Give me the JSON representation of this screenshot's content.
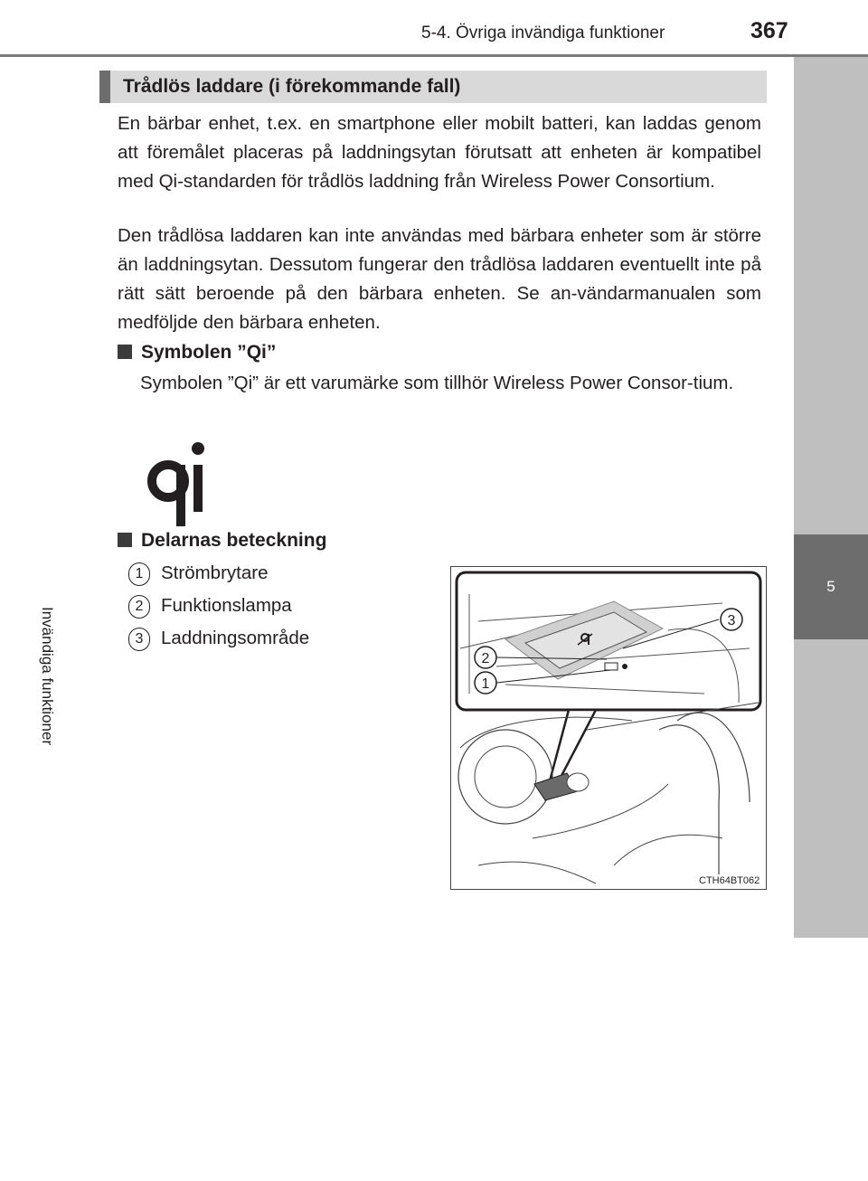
{
  "header": {
    "section_title": "5-4. Övriga invändiga funktioner",
    "page_number": "367"
  },
  "side_tab": {
    "chapter_number": "5",
    "chapter_label": "Invändiga funktioner"
  },
  "section": {
    "heading": "Trådlös laddare (i förekommande fall)",
    "paragraphs": [
      "En bärbar enhet, t.ex. en smartphone eller mobilt batteri, kan laddas genom att föremålet placeras på laddningsytan förutsatt att enheten är kompatibel med Qi-standarden för trådlös laddning från Wireless Power Consortium.",
      "Den trådlösa laddaren kan inte användas med bärbara enheter som är större än laddningsytan. Dessutom fungerar den trådlösa laddaren eventuellt inte på rätt sätt beroende på den bärbara enheten. Se an-vändarmanualen som medföljde den bärbara enheten."
    ]
  },
  "qi_symbol": {
    "heading": "Symbolen ”Qi”",
    "text": "Symbolen ”Qi” är ett varumärke som tillhör Wireless Power Consor-tium.",
    "logo_text": "qi"
  },
  "parts": {
    "heading": "Delarnas beteckning",
    "items": [
      {
        "number": "1",
        "label": "Strömbrytare"
      },
      {
        "number": "2",
        "label": "Funktionslampa"
      },
      {
        "number": "3",
        "label": "Laddningsområde"
      }
    ]
  },
  "figure": {
    "code": "CTH64BT062",
    "callouts": [
      "1",
      "2",
      "3"
    ]
  },
  "icons": {
    "bullet": "square-bullet-icon",
    "qi": "qi-logo-icon"
  },
  "colors": {
    "tab_dark": "#6d6d6d",
    "tab_light": "#bfbfbf",
    "heading_bg": "#d9d9d9"
  }
}
